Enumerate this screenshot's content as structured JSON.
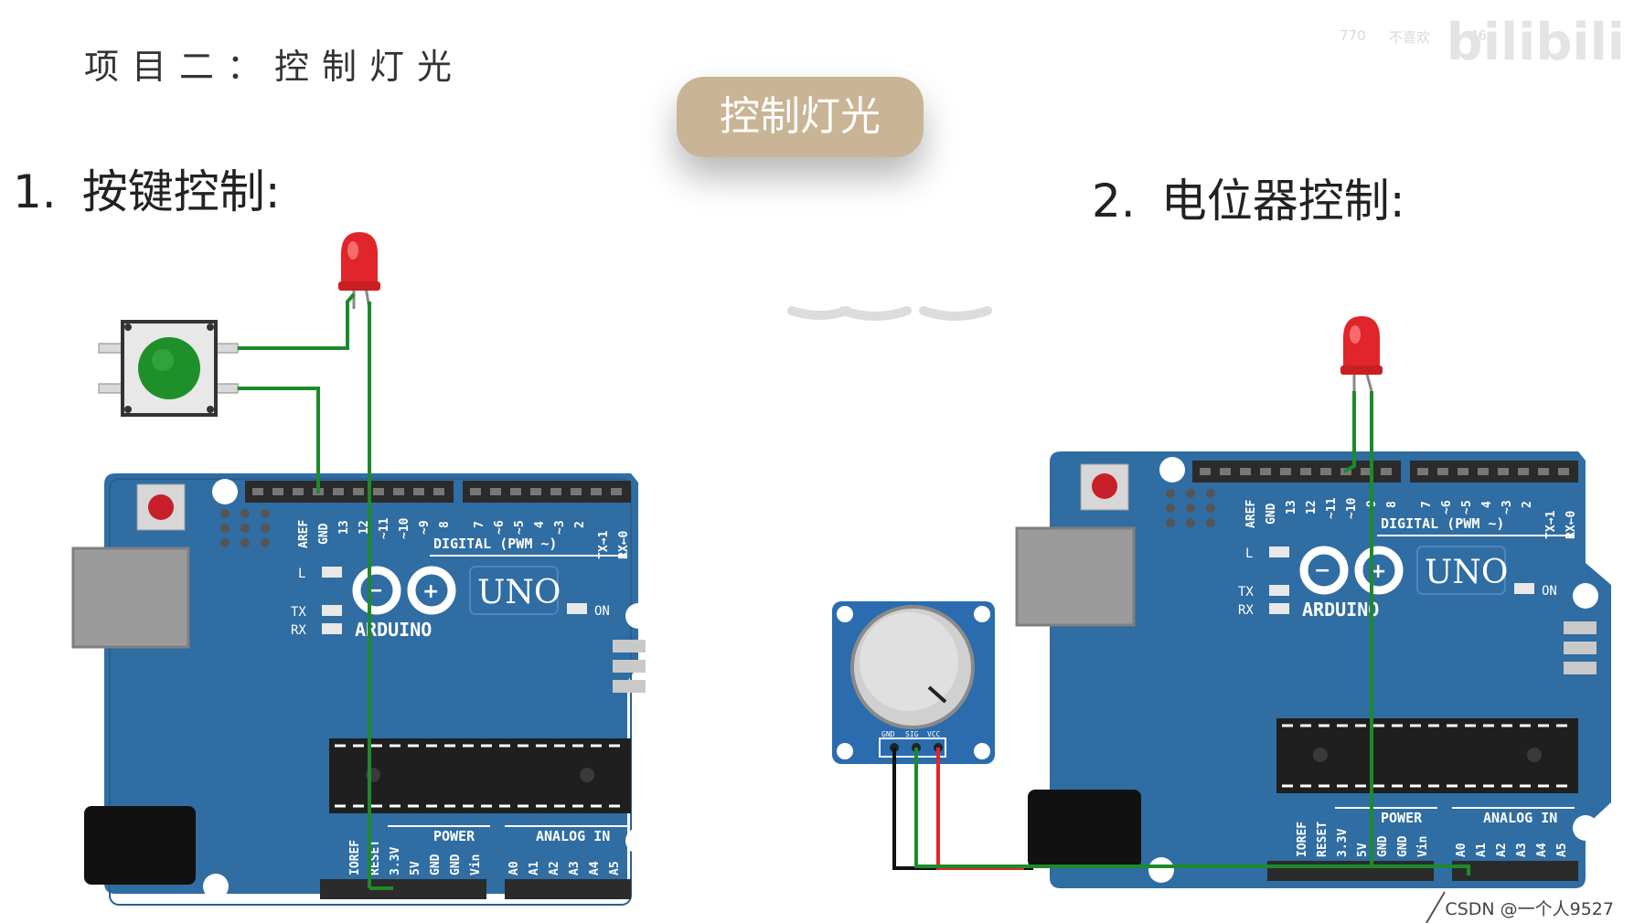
{
  "slide": {
    "project_title": "项目二：控制灯光",
    "pill_label": "控制灯光",
    "section1": {
      "number": "1.",
      "label": "按键控制:"
    },
    "section2": {
      "number": "2.",
      "label": "电位器控制:"
    }
  },
  "overlay": {
    "likes": "770",
    "dislike": "不喜欢",
    "coins": "46",
    "logo": "bilibili",
    "watermark": "CSDN @一个人9527"
  },
  "board_left": {
    "digital_label": "DIGITAL (PWM ~)",
    "brand": "ARDUINO",
    "model": "UNO",
    "power_label": "POWER",
    "analog_label": "ANALOG IN",
    "on_label": "ON",
    "l_label": "L",
    "tx_label": "TX",
    "rx_label": "RX",
    "top_pins": [
      "AREF",
      "GND",
      "13",
      "12",
      "~11",
      "~10",
      "~9",
      "8",
      "7",
      "~6",
      "~5",
      "4",
      "~3",
      "2",
      "TX→1",
      "RX←0"
    ],
    "bottom_pins": [
      "IOREF",
      "RESET",
      "3.3V",
      "5V",
      "GND",
      "GND",
      "Vin",
      "A0",
      "A1",
      "A2",
      "A3",
      "A4",
      "A5"
    ]
  },
  "board_right": {
    "digital_label": "DIGITAL (PWM ~)",
    "brand": "ARDUINO",
    "model": "UNO",
    "power_label": "POWER",
    "analog_label": "ANALOG IN",
    "on_label": "ON",
    "l_label": "L",
    "tx_label": "TX",
    "rx_label": "RX",
    "top_pins": [
      "AREF",
      "GND",
      "13",
      "12",
      "~11",
      "~10",
      "~9",
      "8",
      "7",
      "~6",
      "~5",
      "4",
      "~3",
      "2",
      "TX→1",
      "RX←0"
    ],
    "bottom_pins": [
      "IOREF",
      "RESET",
      "3.3V",
      "5V",
      "GND",
      "GND",
      "Vin",
      "A0",
      "A1",
      "A2",
      "A3",
      "A4",
      "A5"
    ]
  },
  "potentiometer": {
    "pins": [
      "GND",
      "SIG",
      "VCC"
    ]
  },
  "colors": {
    "board_blue": "#2f6da3",
    "wire_green": "#1e8a2a",
    "led_red": "#e0262a",
    "button_green": "#1f8f2a",
    "pill_tan": "#c9b595"
  }
}
